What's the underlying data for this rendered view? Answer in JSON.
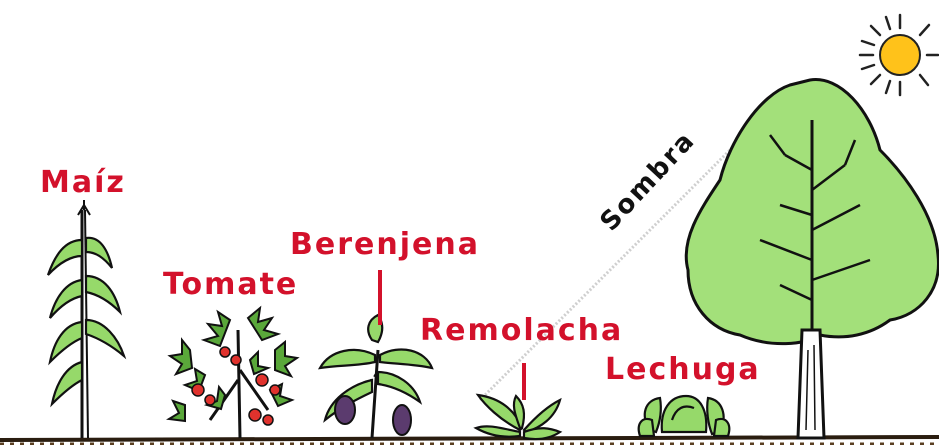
{
  "labels": {
    "maiz": "Maíz",
    "tomate": "Tomate",
    "berenjena": "Berenjena",
    "remolacha": "Remolacha",
    "lechuga": "Lechuga",
    "sombra": "Sombra"
  },
  "colors": {
    "label_red": "#d3112b",
    "leaf_green": "#96d96a",
    "tree_green": "#a3e07a",
    "sun_yellow": "#ffc21a",
    "soil_brown": "#3a2a18",
    "fruit_red": "#e0322d",
    "eggplant_purple": "#5b3b6e"
  },
  "icons": [
    "sun-icon",
    "tree-icon",
    "corn-plant-icon",
    "tomato-plant-icon",
    "eggplant-plant-icon",
    "beet-plant-icon",
    "lettuce-plant-icon"
  ]
}
